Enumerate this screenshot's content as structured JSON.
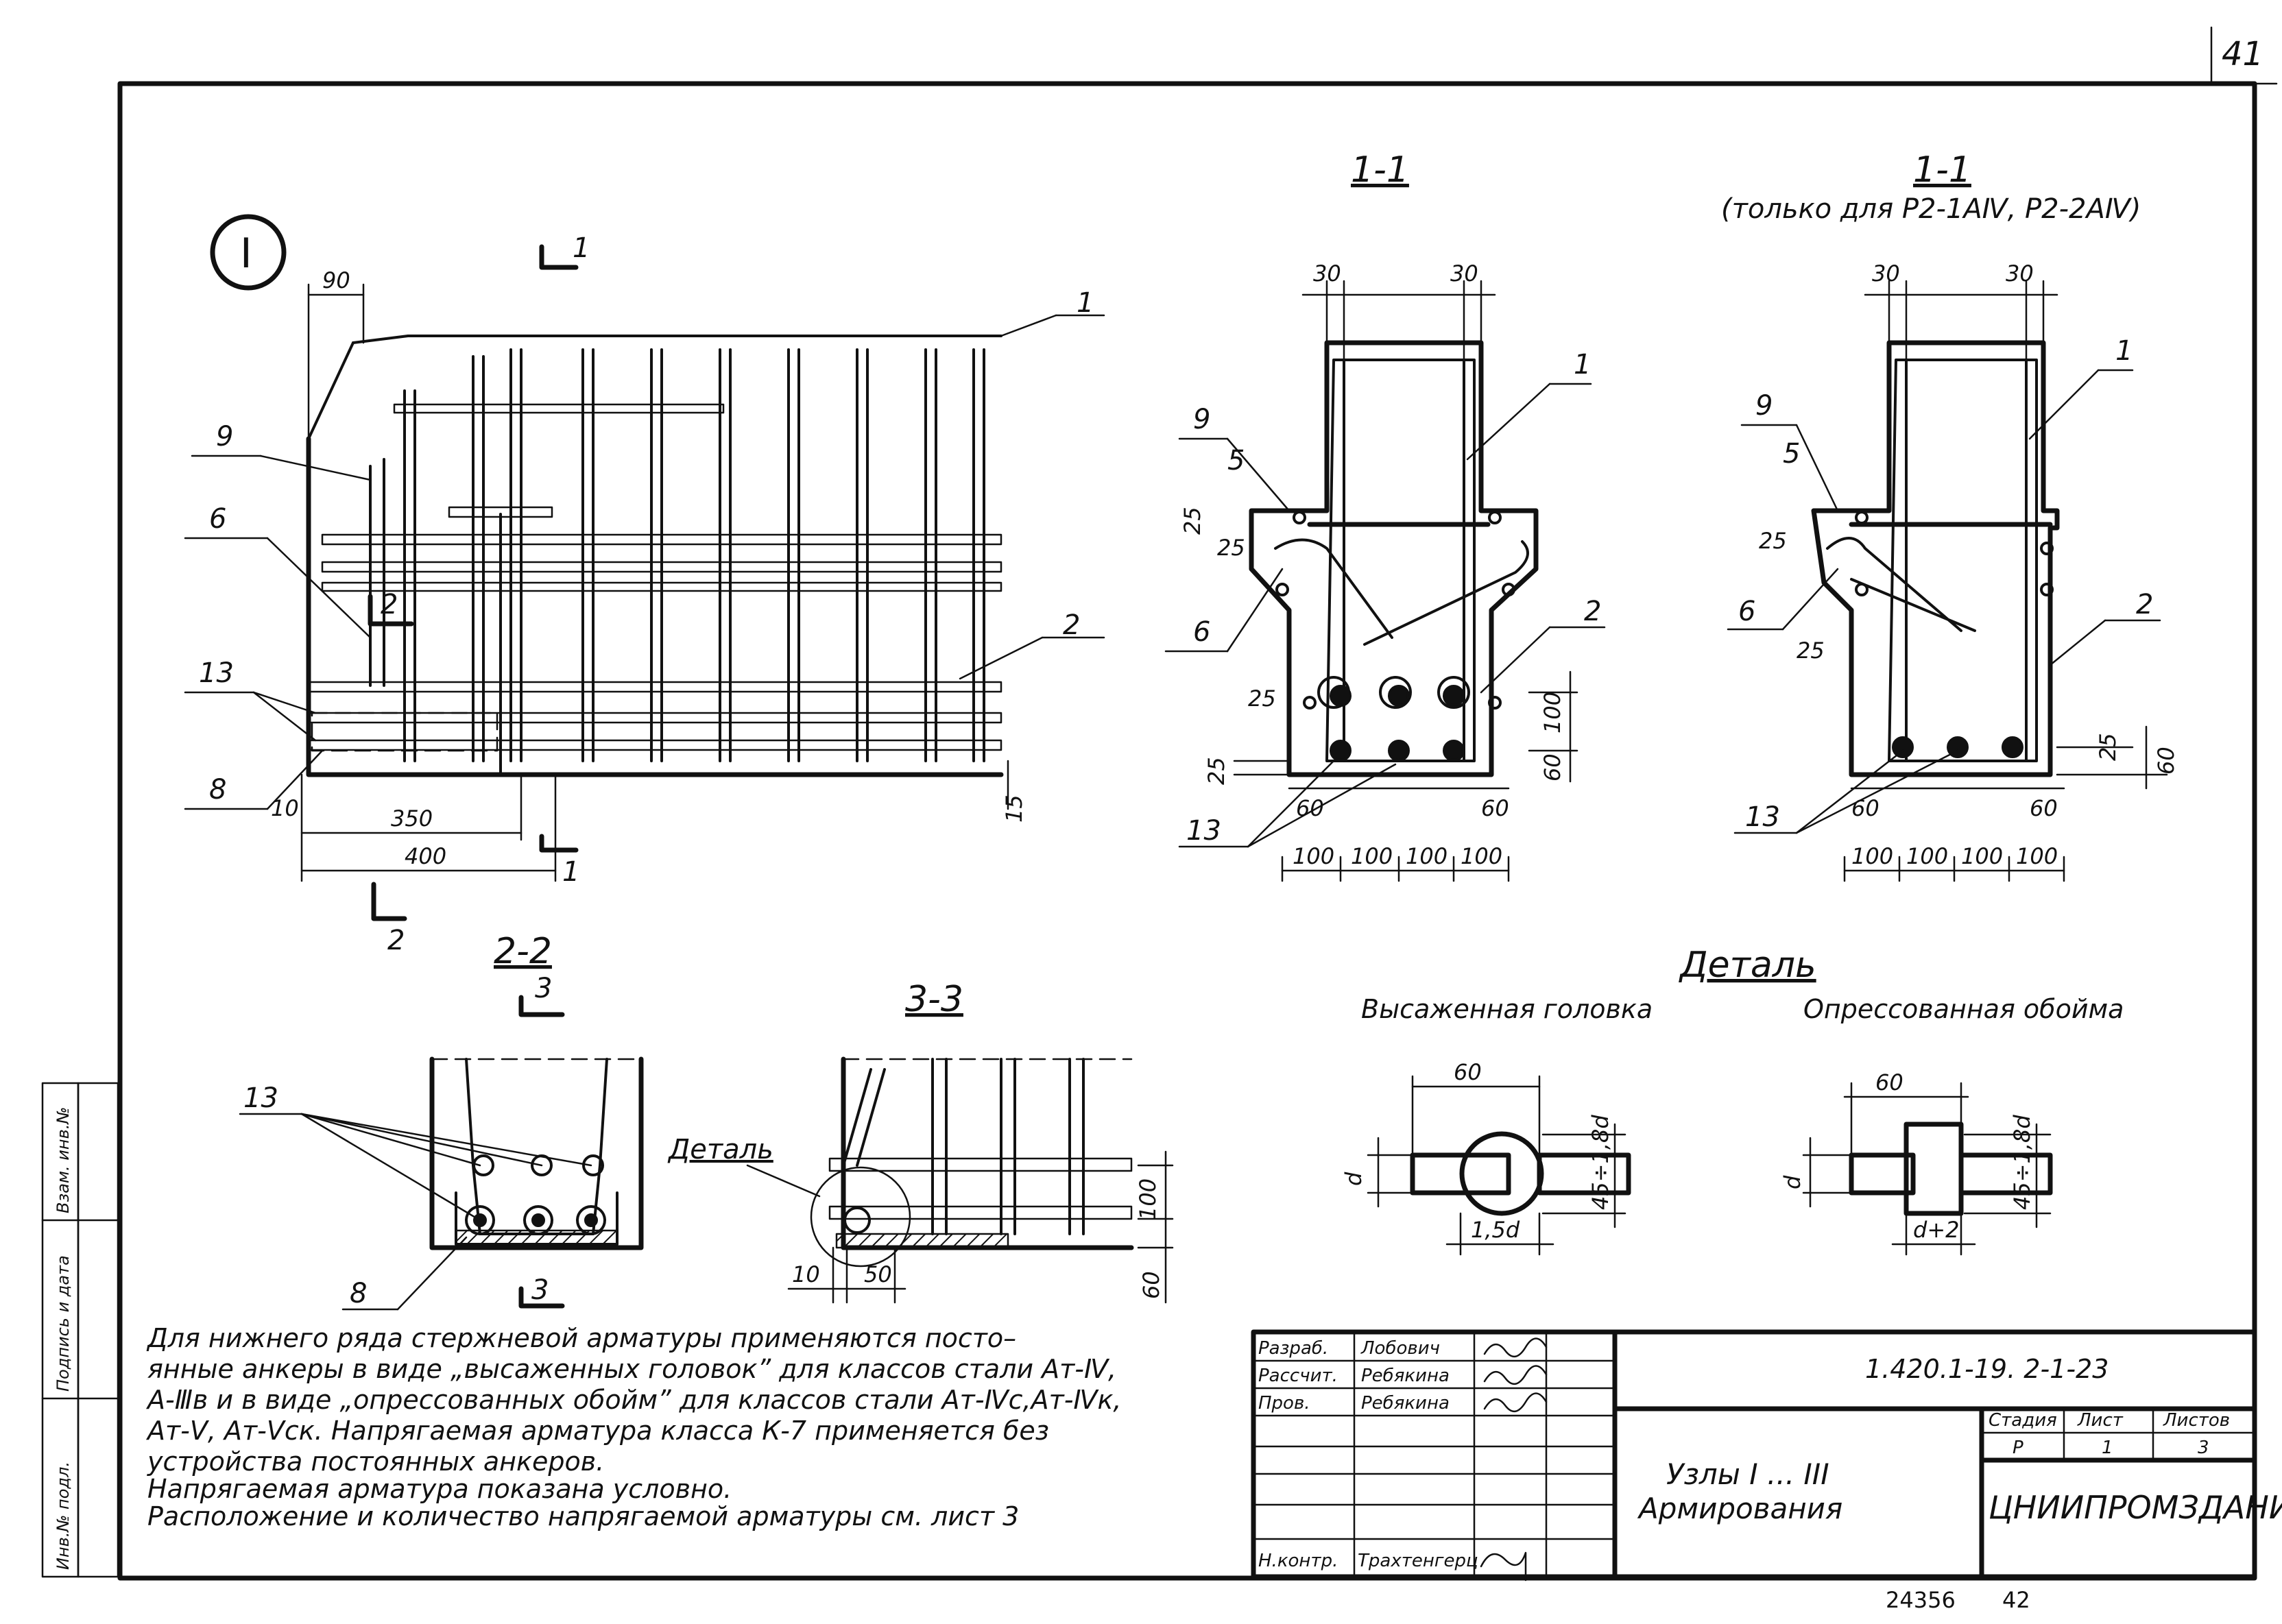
{
  "sheet_corner_number": "41",
  "node_marker": "I",
  "section_labels": {
    "s11": "1-1",
    "s11_only": "1-1",
    "s11_only_note": "(только для P2-1AⅣ, P2-2AⅣ)",
    "s22": "2-2",
    "s33": "3-3",
    "detail": "Деталь",
    "detail_headed": "Высаженная головка",
    "detail_crimped": "Опрессованная обойма",
    "detail_callout": "Деталь"
  },
  "cut_marks": {
    "a1": "1",
    "a2": "1",
    "b1": "2",
    "b2": "2",
    "c1": "3",
    "c2": "3"
  },
  "position_labels": {
    "elev_1": "1",
    "elev_2": "2",
    "elev_6": "6",
    "elev_8": "8",
    "elev_9": "9",
    "elev_13": "13",
    "s11_1": "1",
    "s11_2": "2",
    "s11_5": "5",
    "s11_6": "6",
    "s11_9": "9",
    "s11_13": "13",
    "s11b_1": "1",
    "s11b_2": "2",
    "s11b_5": "5",
    "s11b_6": "6",
    "s11b_9": "9",
    "s11b_13": "13",
    "s22_8": "8",
    "s22_13": "13"
  },
  "dimensions": {
    "elev_90": "90",
    "elev_10": "10",
    "elev_350": "350",
    "elev_400": "400",
    "elev_15": "15",
    "s11_30a": "30",
    "s11_30b": "30",
    "s11_25a": "25",
    "s11_25b": "25",
    "s11_25c": "25",
    "s11_25d": "25",
    "s11_60a": "60",
    "s11_60b": "60",
    "s11_60c": "60",
    "s11_100v": "100",
    "s11_100a": "100",
    "s11_100b": "100",
    "s11_100c": "100",
    "s11_100d": "100",
    "s11b_30a": "30",
    "s11b_30b": "30",
    "s11b_25a": "25",
    "s11b_25b": "25",
    "s11b_25c": "25",
    "s11b_60a": "60",
    "s11b_60b": "60",
    "s11b_60c": "60",
    "s11b_100a": "100",
    "s11b_100b": "100",
    "s11b_100c": "100",
    "s11b_100d": "100",
    "s33_100": "100",
    "s33_60": "60",
    "s33_10": "10",
    "s33_50": "50",
    "det_60a": "60",
    "det_d1": "d",
    "det_15d": "1,5d",
    "det_45a": "45÷1,8d",
    "det_60b": "60",
    "det_d2": "d",
    "det_d2b": "d+2",
    "det_45b": "45÷1,8d"
  },
  "notes": [
    "Для нижнего ряда стержневой арматуры применяются посто–",
    "янные анкеры в виде „высаженных головок” для классов стали Aт-Ⅳ,",
    "A-Ⅲв и в виде „опрессованных обойм” для классов стали Aт-Ⅳс,Aт-Ⅳк,",
    "Aт-Ⅴ, Aт-Ⅴск. Напрягаемая арматура класса К-7 применяется без",
    "устройства постоянных анкеров.",
    "Напрягаемая арматура показана условно.",
    "Расположение и количество напрягаемой арматуры см. лист 3"
  ],
  "title_block": {
    "roles": [
      "Разраб.",
      "Рассчит.",
      "Пров.",
      "",
      "",
      "",
      "",
      "Н.контр."
    ],
    "names": [
      "Лобович",
      "Ребякина",
      "Ребякина",
      "",
      "",
      "",
      "",
      "Трахтенгерц"
    ],
    "code": "1.420.1-19. 2-1-23",
    "title_line1": "Узлы I ... III",
    "title_line2": "Армирования",
    "stage_label": "Стадия",
    "sheet_label": "Лист",
    "sheets_label": "Листов",
    "stage_value": "Р",
    "sheet_value": "1",
    "sheets_value": "3",
    "organization": "ЦНИИПРОМЗДАНИЙ"
  },
  "side_stamp": [
    "Инв.№ подл.",
    "Подпись и дата",
    "Взам. инв.№"
  ],
  "bottom_numbers": [
    "24356",
    "42"
  ]
}
